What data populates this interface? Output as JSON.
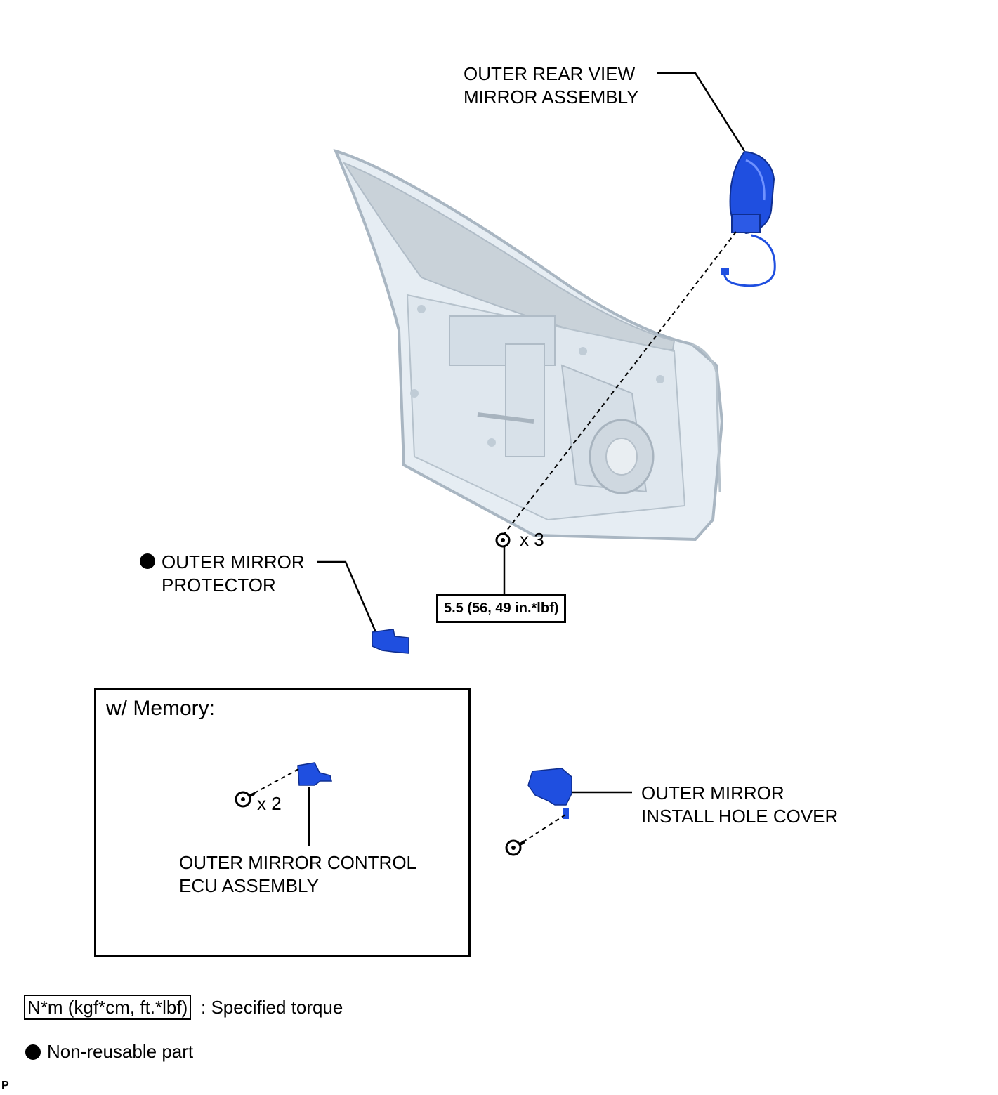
{
  "parts": {
    "mirror_assembly": [
      "OUTER REAR VIEW",
      "MIRROR ASSEMBLY"
    ],
    "mirror_protector": [
      "OUTER MIRROR",
      "PROTECTOR"
    ],
    "ecu_assembly": [
      "OUTER MIRROR CONTROL",
      "ECU ASSEMBLY"
    ],
    "install_hole_cover": [
      "OUTER MIRROR",
      "INSTALL HOLE COVER"
    ]
  },
  "fasteners": {
    "nut_qty": "x 3",
    "screw_qty": "x 2"
  },
  "torque": {
    "value": "5.5 (56, 49 in.*lbf)"
  },
  "memory_box": {
    "title": "w/ Memory:"
  },
  "legend": {
    "torque_unit": "N*m (kgf*cm, ft.*lbf)",
    "torque_desc": ": Specified torque",
    "nonreusable_desc": "Non-reusable part"
  },
  "page_mark": "P",
  "colors": {
    "part_blue": "#1f4fe0",
    "door_fill": "#e4ecf2",
    "line": "#000000"
  }
}
